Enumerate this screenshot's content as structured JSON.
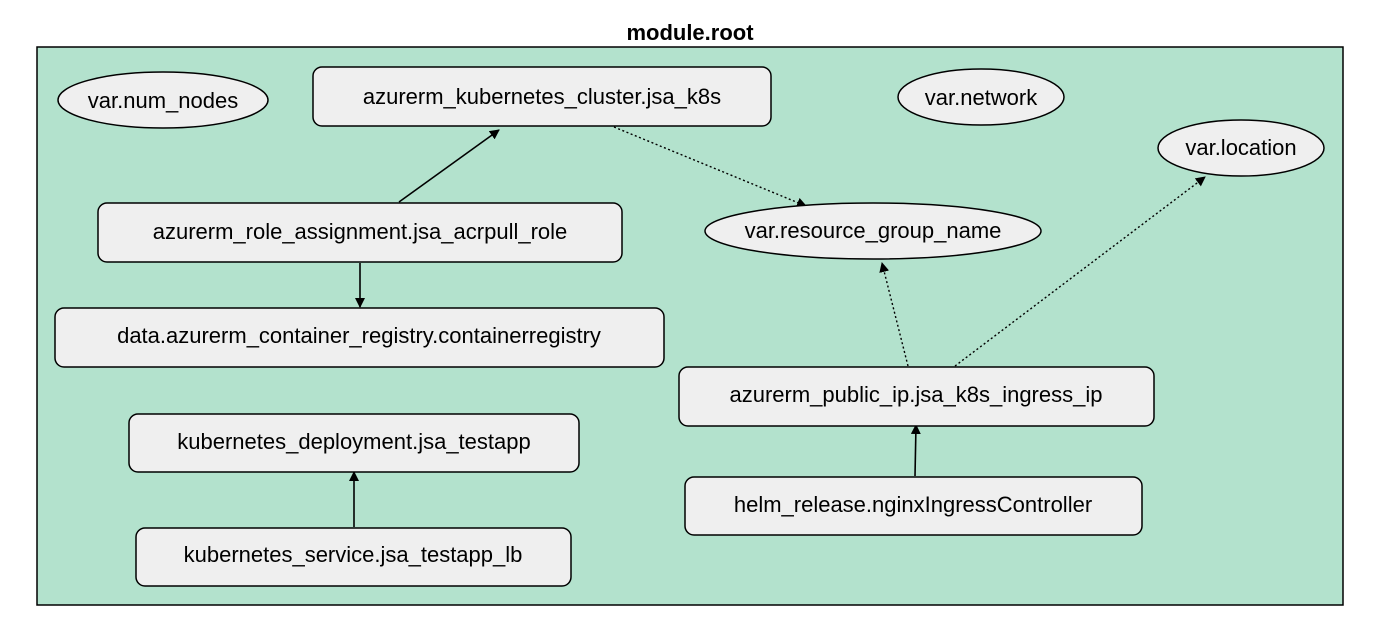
{
  "cluster": {
    "title": "module.root",
    "fill_color": "#b3e2cd"
  },
  "nodes": [
    {
      "id": "num_nodes",
      "label": "var.num_nodes",
      "kind": "variable"
    },
    {
      "id": "k8s_cluster",
      "label": "azurerm_kubernetes_cluster.jsa_k8s",
      "kind": "resource"
    },
    {
      "id": "network",
      "label": "var.network",
      "kind": "variable"
    },
    {
      "id": "location",
      "label": "var.location",
      "kind": "variable"
    },
    {
      "id": "role_assignment",
      "label": "azurerm_role_assignment.jsa_acrpull_role",
      "kind": "resource"
    },
    {
      "id": "resource_group_name",
      "label": "var.resource_group_name",
      "kind": "variable"
    },
    {
      "id": "container_registry",
      "label": "data.azurerm_container_registry.containerregistry",
      "kind": "data"
    },
    {
      "id": "public_ip",
      "label": "azurerm_public_ip.jsa_k8s_ingress_ip",
      "kind": "resource"
    },
    {
      "id": "k8s_deployment",
      "label": "kubernetes_deployment.jsa_testapp",
      "kind": "resource"
    },
    {
      "id": "helm_release",
      "label": "helm_release.nginxIngressController",
      "kind": "resource"
    },
    {
      "id": "k8s_service",
      "label": "kubernetes_service.jsa_testapp_lb",
      "kind": "resource"
    }
  ],
  "edges": [
    {
      "from": "role_assignment",
      "to": "k8s_cluster",
      "style": "solid"
    },
    {
      "from": "role_assignment",
      "to": "container_registry",
      "style": "solid"
    },
    {
      "from": "k8s_cluster",
      "to": "resource_group_name",
      "style": "dotted"
    },
    {
      "from": "public_ip",
      "to": "resource_group_name",
      "style": "dotted"
    },
    {
      "from": "public_ip",
      "to": "location",
      "style": "dotted"
    },
    {
      "from": "helm_release",
      "to": "public_ip",
      "style": "solid"
    },
    {
      "from": "k8s_service",
      "to": "k8s_deployment",
      "style": "solid"
    }
  ]
}
